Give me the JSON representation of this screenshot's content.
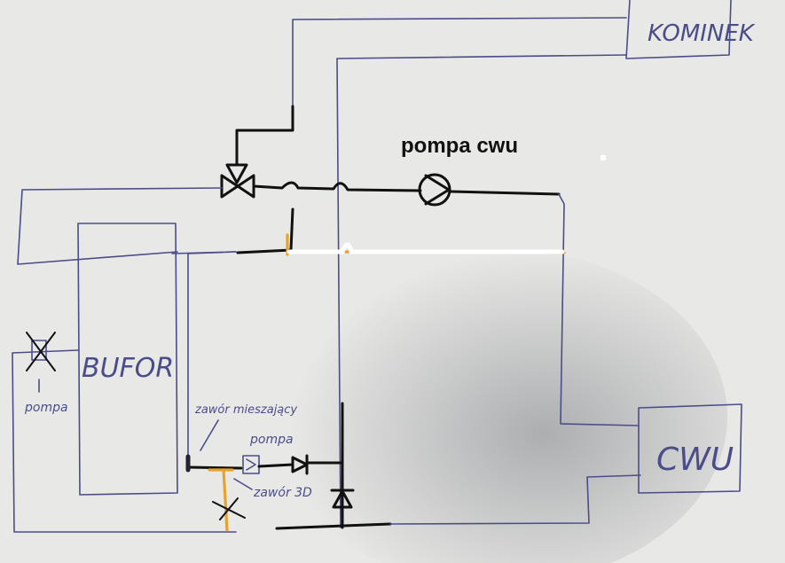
{
  "labels": {
    "kominek": "KOMINEK",
    "pompa_cwu": "pompa cwu",
    "bufor": "BUFOR",
    "cwu": "CWU",
    "pompa_left": "pompa",
    "zawor_mieszajacy": "zawór mieszający",
    "pompa_bottom": "pompa",
    "zawor_3d": "zawór 3D"
  },
  "colors": {
    "paper": "#d9d9d6",
    "pen": "#4a4d8a",
    "marker": "#111111",
    "highlight_orange": "#e5a32e",
    "highlight_white": "#ffffff"
  }
}
